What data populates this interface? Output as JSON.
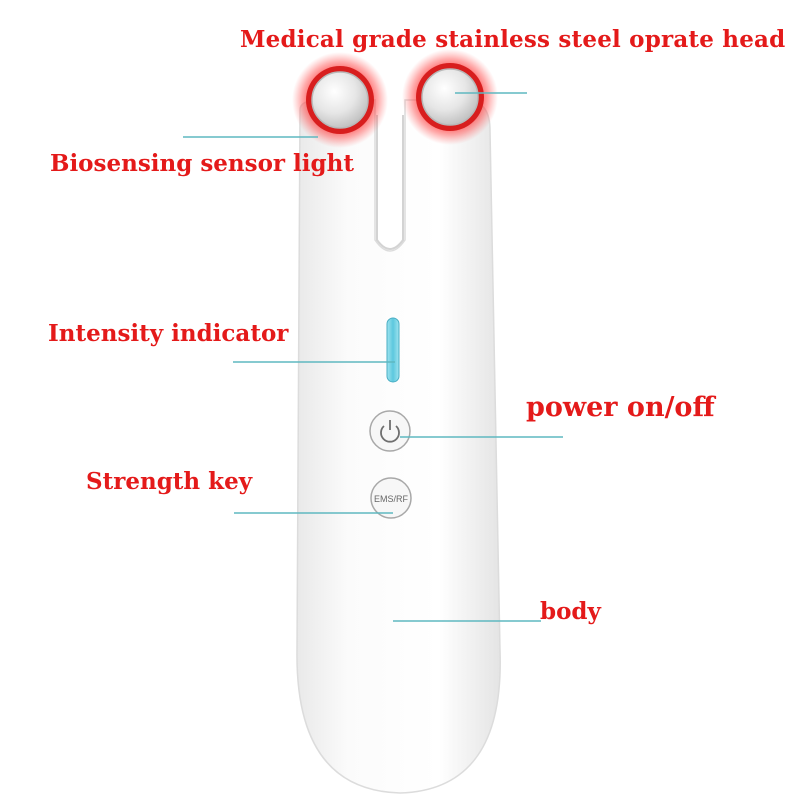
{
  "labels": {
    "operate_head": "Medical grade stainless steel oprate head",
    "sensor_light": "Biosensing sensor light",
    "intensity_indicator": "Intensity indicator",
    "power": "power on/off",
    "strength_key": "Strength key",
    "body": "body"
  },
  "buttons": {
    "strength_key_text": "EMS/RF"
  },
  "icons": {
    "power_button": "power-icon"
  },
  "colors": {
    "label_text": "#e41a1a",
    "leader_line": "#5fb8c0",
    "sensor_glow": "#ff2a2a",
    "indicator": "#7fd6e6"
  }
}
